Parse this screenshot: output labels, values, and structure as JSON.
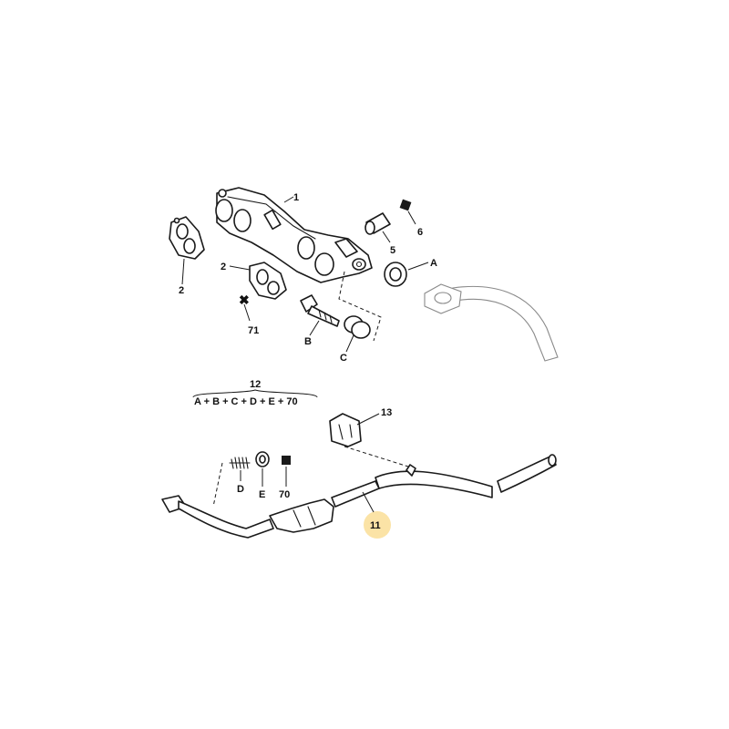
{
  "labels": {
    "part_1": "1",
    "part_2_left": "2",
    "part_2_center": "2",
    "part_5": "5",
    "part_6": "6",
    "part_a": "A",
    "part_71": "71",
    "part_b": "B",
    "part_c": "C",
    "kit_12": "12",
    "kit_12_formula": "A + B + C + D + E + 70",
    "part_13": "13",
    "part_d": "D",
    "part_e": "E",
    "part_70": "70",
    "part_11": "11"
  },
  "colors": {
    "line": "#1a1a1a",
    "highlight": "#fbe3a6",
    "background": "#ffffff"
  },
  "symbols": {
    "part_6_marker": "square-marker",
    "part_70_marker": "square-marker",
    "part_71_marker": "cross-marker"
  }
}
